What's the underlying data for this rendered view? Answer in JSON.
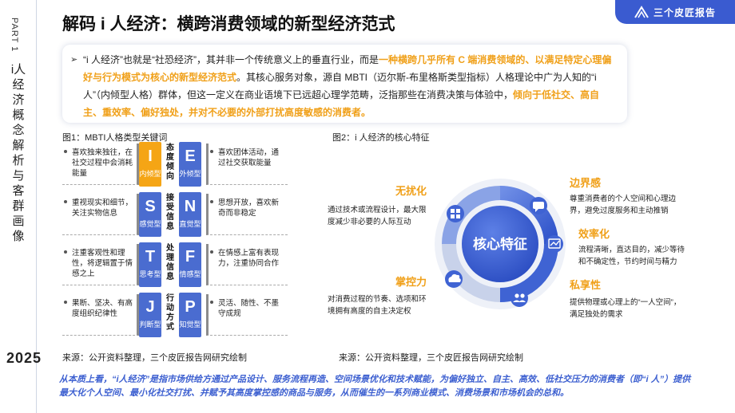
{
  "sidebar": {
    "part": "PART 1",
    "section": "i人经济概念解析与客群画像",
    "year": "2025"
  },
  "title": "解码 i 人经济：横跨消费领域的新型经济范式",
  "logo": {
    "text": "三个皮匠报告"
  },
  "intro": {
    "bullet": "➢",
    "t1": "“i 人经济”也就是“社恐经济”，其并非一个传统意义上的垂直行业，而是",
    "h1": "一种横跨几乎所有 C 端消费领域的、以满足特定心理偏好与行为模式为核心的新型经济范式",
    "t2": "。其核心服务对象，源自 MBTI（迈尔斯-布里格斯类型指标）人格理论中广为人知的“i 人”（内倾型人格）群体，但这一定义在商业语境下已远超心理学范畴，泛指那些在消费决策与体验中，",
    "h2": "倾向于低社交、高自主、重效率、偏好独处，并对不必要的外部打扰高度敏感的消费者。"
  },
  "fig1": {
    "caption": "图1：MBTI人格类型关键词",
    "source": "来源：公开资料整理，三个皮匠报告网研究绘制",
    "rows": [
      {
        "left": "喜欢独来独往，在社交过程中会消耗能量",
        "pair": "态度倾向",
        "c1": {
          "letter": "I",
          "sub": "内倾型"
        },
        "c2": {
          "letter": "E",
          "sub": "外倾型"
        },
        "right": "喜欢团体活动，通过社交获取能量"
      },
      {
        "left": "重视现实和细节，关注实物信息",
        "pair": "接受信息",
        "c1": {
          "letter": "S",
          "sub": "感觉型"
        },
        "c2": {
          "letter": "N",
          "sub": "直觉型"
        },
        "right": "思想开放，喜欢新奇而非稳定"
      },
      {
        "left": "注重客观性和理性，将逻辑置于情感之上",
        "pair": "处理信息",
        "c1": {
          "letter": "T",
          "sub": "思考型"
        },
        "c2": {
          "letter": "F",
          "sub": "情感型"
        },
        "right": "在情感上富有表现力，注重协同合作"
      },
      {
        "left": "果断、坚决、有高度组织纪律性",
        "pair": "行动方式",
        "c1": {
          "letter": "J",
          "sub": "判断型"
        },
        "c2": {
          "letter": "P",
          "sub": "知觉型"
        },
        "right": "灵活、随性、不墨守成规"
      }
    ],
    "colors": {
      "blue": "#4a6cd0",
      "highlight": "#f5a515"
    }
  },
  "fig2": {
    "caption": "图2：i 人经济的核心特征",
    "source": "来源：公开资料整理，三个皮匠报告网研究绘制",
    "center": "核心特征",
    "features": [
      {
        "title": "无扰化",
        "desc": "通过技术或流程设计，最大限度减少非必要的人际互动",
        "icon": "grid-icon"
      },
      {
        "title": "边界感",
        "desc": "尊重消费者的个人空间和心理边界，避免过度服务和主动推销",
        "icon": "chat-icon"
      },
      {
        "title": "效率化",
        "desc": "流程清晰，直达目的，减少等待和不确定性，节约时间与精力",
        "icon": "chart-icon"
      },
      {
        "title": "私享性",
        "desc": "提供物理或心理上的“一人空间”，满足独处的需求",
        "icon": "users-icon"
      },
      {
        "title": "掌控力",
        "desc": "对消费过程的节奏、选项和环境拥有高度的自主决定权",
        "icon": "cloud-icon"
      }
    ],
    "colors": {
      "title": "#f0a019",
      "ring": "#3f63d3",
      "center": "#2f55cf"
    }
  },
  "footer": "从本质上看，“i人经济”是指市场供给方通过产品设计、服务流程再造、空间场景优化和技术赋能，为偏好独立、自主、高效、低社交压力的消费者（即“i 人”）提供最大化个人空间、最小化社交打扰、并赋予其高度掌控感的商品与服务，从而催生的一系列商业模式、消费场景和市场机会的总和。"
}
